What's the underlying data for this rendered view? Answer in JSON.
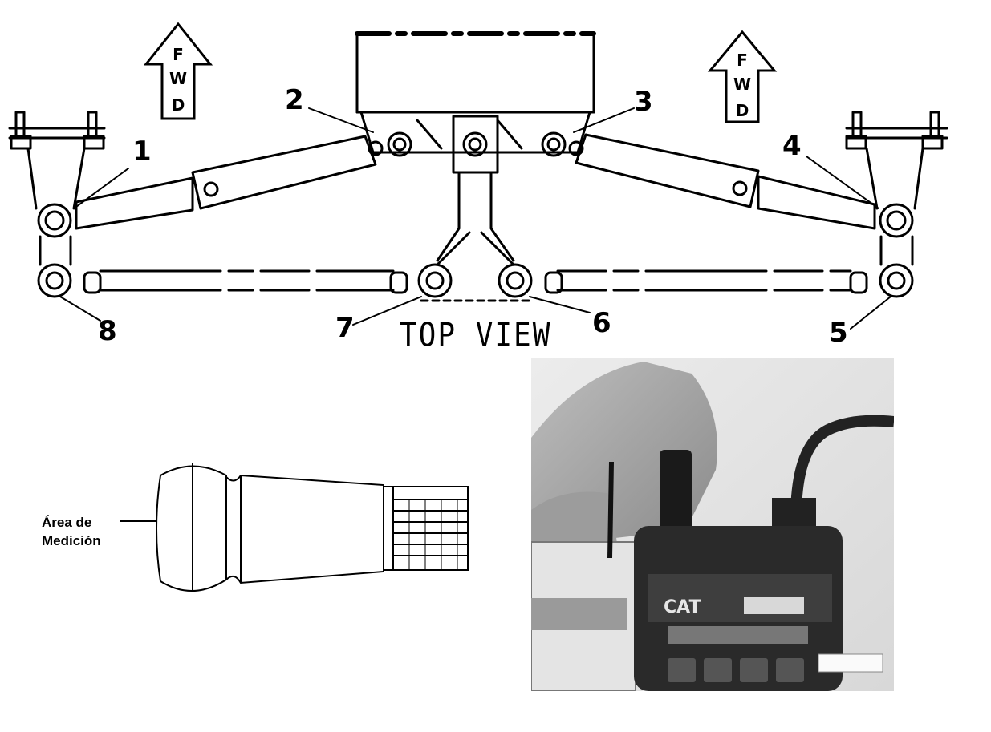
{
  "top_view": {
    "title": "TOP VIEW",
    "forward_arrow_letters": [
      "F",
      "W",
      "D"
    ],
    "callouts": [
      "1",
      "2",
      "3",
      "4",
      "5",
      "6",
      "7",
      "8"
    ]
  },
  "pin_detail": {
    "label_line1": "Área de",
    "label_line2": "Medición"
  },
  "photo": {
    "brand": "CAT"
  }
}
